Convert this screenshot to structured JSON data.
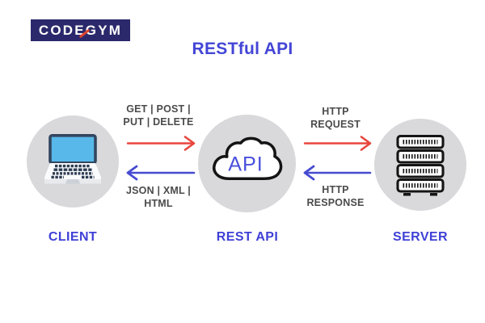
{
  "logo": {
    "text": "CODEGYM",
    "slash_icon": "red-slash-icon"
  },
  "title": "RESTful API",
  "nodes": {
    "client": {
      "label": "CLIENT",
      "icon": "laptop-icon"
    },
    "rest_api": {
      "label": "REST API",
      "icon": "cloud-icon",
      "cloud_text": "API"
    },
    "server": {
      "label": "SERVER",
      "icon": "server-rack-icon"
    }
  },
  "flows": {
    "client_to_api": {
      "label": "GET | POST |\nPUT | DELETE",
      "direction": "right",
      "color": "#e8463c"
    },
    "api_to_client": {
      "label": "JSON | XML |\nHTML",
      "direction": "left",
      "color": "#474bd1"
    },
    "api_to_server": {
      "label": "HTTP\nREQUEST",
      "direction": "right",
      "color": "#e8463c"
    },
    "server_to_api": {
      "label": "HTTP\nRESPONSE",
      "direction": "left",
      "color": "#474bd1"
    }
  },
  "colors": {
    "background": "#ffffff",
    "accent_blue": "#4345d6",
    "arrow_red": "#e8463c",
    "arrow_blue": "#474bd1",
    "circle_gray": "#d9d9dc",
    "logo_navy": "#2b296b",
    "flow_label_gray": "#4b4b4b",
    "laptop_screen_blue": "#58b8e9"
  }
}
